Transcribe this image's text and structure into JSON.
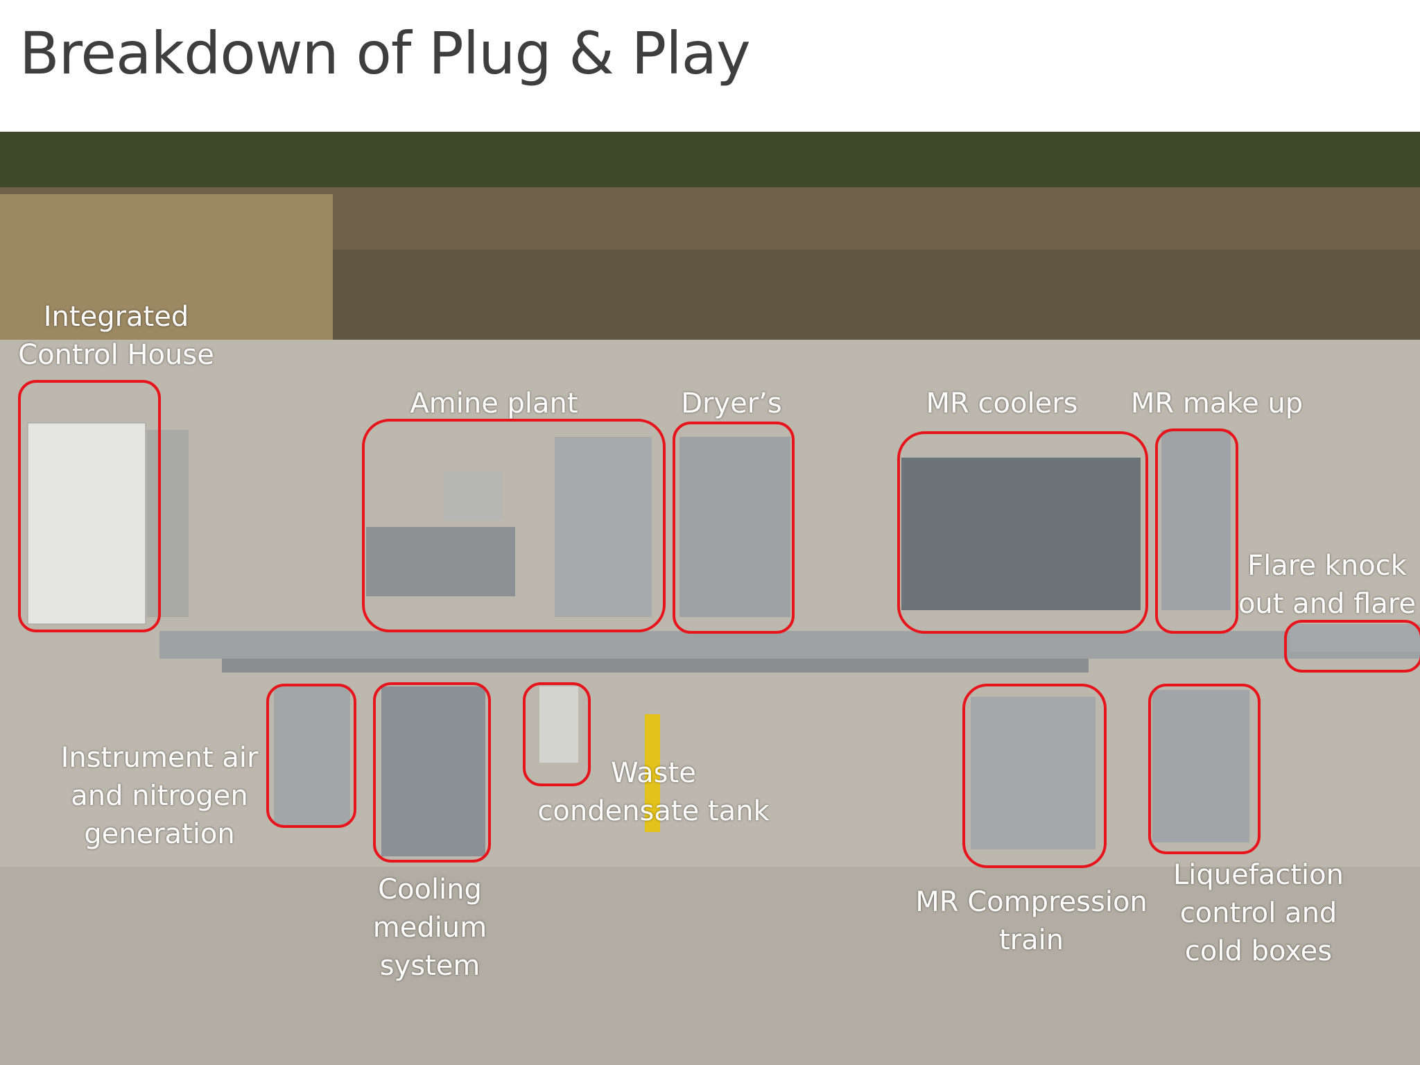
{
  "title": "Breakdown of Plug & Play",
  "labels": {
    "control_house": "Integrated\nControl House",
    "amine": "Amine plant",
    "dryers": "Dryer’s",
    "mr_coolers": "MR coolers",
    "mr_makeup": "MR make up",
    "flare": "Flare knock\nout and flare",
    "instrument_air": "Instrument air\nand nitrogen\ngeneration",
    "cooling": "Cooling\nmedium\nsystem",
    "waste": "Waste\ncondensate tank",
    "mr_compression": "MR Compression\ntrain",
    "liquefaction": "Liquefaction\ncontrol and\ncold boxes"
  },
  "colors": {
    "highlight": "#e8141c",
    "title": "#3e3e3e",
    "label": "#ffffff"
  }
}
